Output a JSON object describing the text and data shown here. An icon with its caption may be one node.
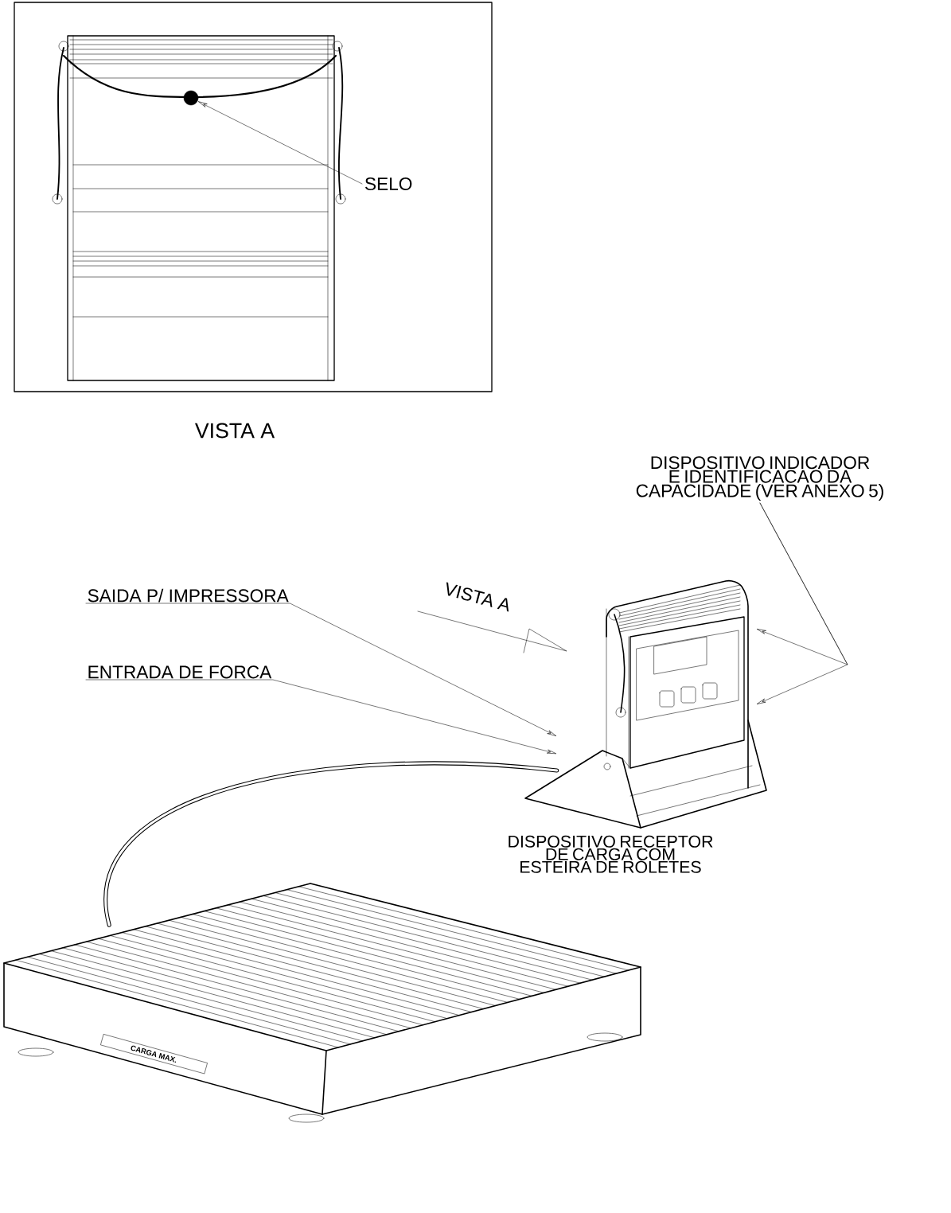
{
  "diagram": {
    "nodes": [
      {
        "text": [
          "SELO"
        ]
      },
      {
        "text": [],
        "shape": "circle"
      },
      {
        "text": [
          "DISPOSITIVO INDICADOR E IDENTIFICACAO DA CAPACIDADE (VER ANEXO 5)"
        ]
      },
      {
        "text": [],
        "shape": "picture"
      },
      {
        "text": [
          "SAIDA P/ IMPRESSORA"
        ]
      },
      {
        "text": [
          "ENTRADA DE FORCA"
        ]
      },
      {
        "text": [],
        "shape": "picture",
        "beside": [
          "DISPOSITIVO RECEPTOR DE CARGA COM ESTEIRA DE ROLETES"
        ]
      }
    ],
    "edges": [
      {
        "from": 0,
        "to": 1,
        "arrow": "to"
      },
      {
        "from": 2,
        "to": 3,
        "arrow": "to"
      },
      {
        "from": 2,
        "to": 3,
        "arrow": "to"
      },
      {
        "from": 4,
        "to": 3,
        "arrow": "to"
      },
      {
        "from": 5,
        "to": 3,
        "arrow": "to"
      },
      {
        "from": 3,
        "to": 6,
        "arrow": "none",
        "style": "thick"
      }
    ],
    "labels": [
      "VISTA A",
      "VISTA A",
      "CARGA MAX."
    ]
  }
}
